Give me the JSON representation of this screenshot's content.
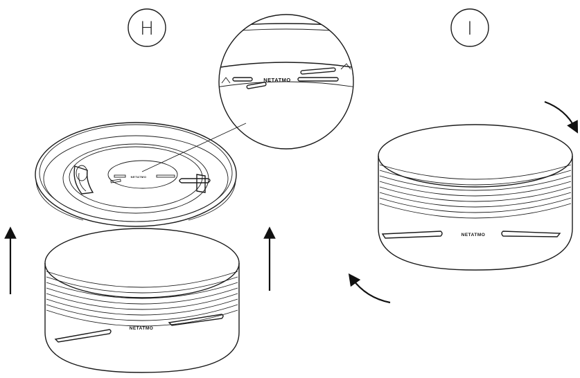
{
  "steps": {
    "h": {
      "label": "H"
    },
    "i": {
      "label": "I"
    }
  },
  "branding": {
    "logo_text": "NETATMO"
  },
  "colors": {
    "line": "#1a1a1a",
    "background": "#ffffff"
  },
  "icons": {
    "up_arrow": "arrow-up-icon",
    "rotate_arrow": "curved-rotate-arrow-icon"
  }
}
